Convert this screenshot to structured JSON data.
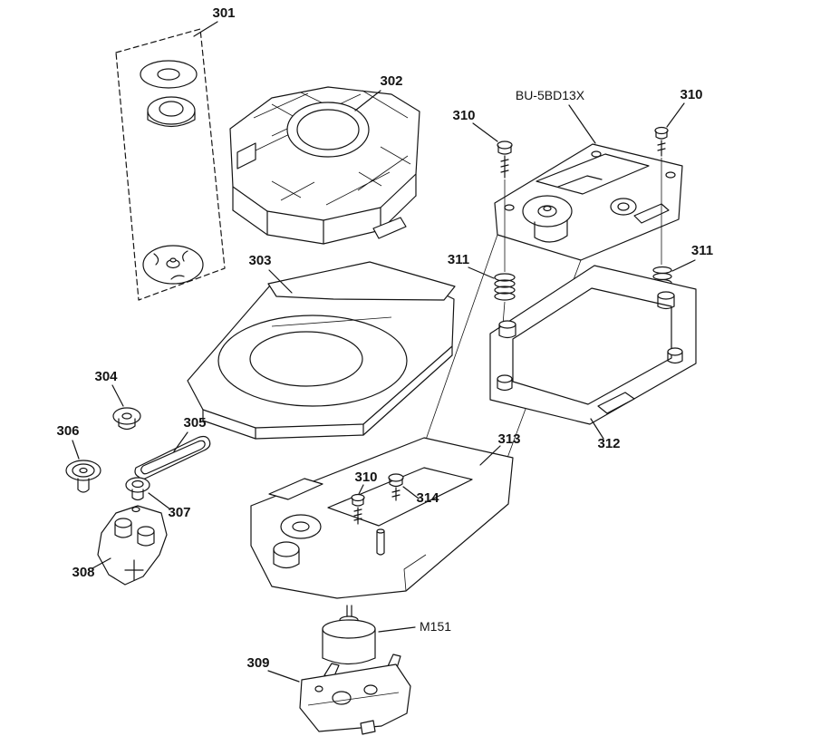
{
  "colors": {
    "background": "#ffffff",
    "ink": "#141414"
  },
  "diagram": {
    "callouts": [
      {
        "key": "301",
        "label": "301"
      },
      {
        "key": "302",
        "label": "302"
      },
      {
        "key": "303",
        "label": "303"
      },
      {
        "key": "304",
        "label": "304"
      },
      {
        "key": "305",
        "label": "305"
      },
      {
        "key": "306",
        "label": "306"
      },
      {
        "key": "307",
        "label": "307"
      },
      {
        "key": "308",
        "label": "308"
      },
      {
        "key": "309",
        "label": "309"
      },
      {
        "key": "310_upper_left",
        "label": "310"
      },
      {
        "key": "310_upper_right",
        "label": "310"
      },
      {
        "key": "310_lower_center",
        "label": "310"
      },
      {
        "key": "311_left",
        "label": "311"
      },
      {
        "key": "311_right",
        "label": "311"
      },
      {
        "key": "312",
        "label": "312"
      },
      {
        "key": "313",
        "label": "313"
      },
      {
        "key": "314",
        "label": "314"
      }
    ],
    "part_names": {
      "assembly_label": "BU-5BD13X",
      "motor_label": "M151"
    }
  }
}
